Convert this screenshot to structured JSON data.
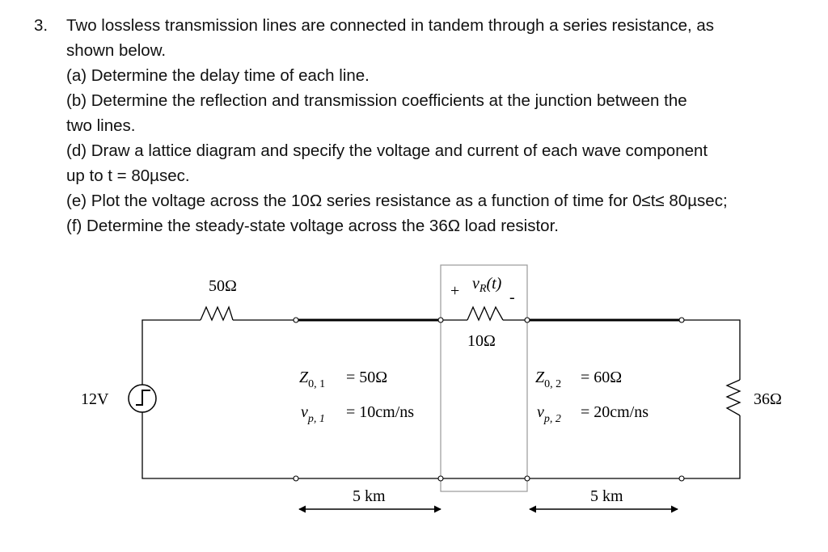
{
  "problem": {
    "number": "3.",
    "lines": [
      "Two lossless transmission lines are connected in tandem through a series resistance, as",
      "shown below.",
      "(a) Determine the delay time of each line.",
      "(b) Determine the reflection and transmission coefficients at the junction between the",
      "two lines.",
      "(d) Draw a lattice diagram and specify the voltage and current of each wave component",
      "up to t = 80µsec.",
      "(e) Plot the voltage across the 10Ω series resistance as a function of time for 0≤t≤ 80µsec;",
      "(f) Determine the steady-state voltage across the 36Ω load resistor."
    ]
  },
  "circuit": {
    "source_label": "12V",
    "source_resistor": "50Ω",
    "series_resistor": "10Ω",
    "load_resistor": "36Ω",
    "vr_plus": "+",
    "vr_minus": "-",
    "vr_label": {
      "v": "v",
      "sub": "R",
      "arg": "(t)"
    },
    "line1": {
      "z_symbol": "Z",
      "z_sub": "0, 1",
      "z_value": "=  50Ω",
      "v_symbol": "v",
      "v_sub": "p, 1",
      "v_value": "=  10cm/ns",
      "length": "5 km"
    },
    "line2": {
      "z_symbol": "Z",
      "z_sub": "0, 2",
      "z_value": "=  60Ω",
      "v_symbol": "v",
      "v_sub": "p, 2",
      "v_value": "=  20cm/ns",
      "length": "5 km"
    }
  }
}
